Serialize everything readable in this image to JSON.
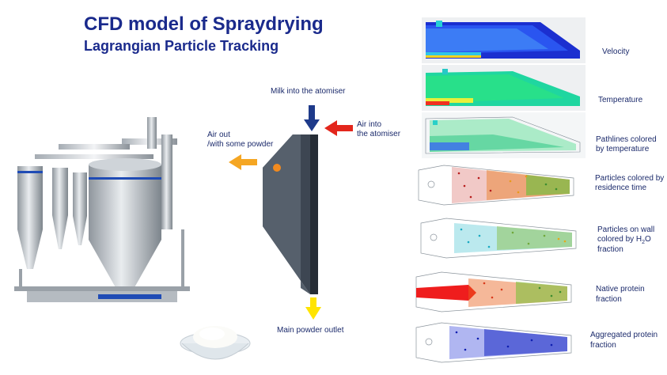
{
  "header": {
    "title": "CFD model of Spraydrying",
    "subtitle": "Lagrangian Particle Tracking"
  },
  "schematic": {
    "milk_in": "Milk into the atomiser",
    "air_in_line1": "Air into",
    "air_in_line2": "the atomiser",
    "air_out_line1": "Air out",
    "air_out_line2": "/with some powder",
    "powder_outlet": "Main powder outlet"
  },
  "panels": [
    {
      "line1": "Velocity",
      "line2": ""
    },
    {
      "line1": "Temperature",
      "line2": ""
    },
    {
      "line1": "Pathlines colored",
      "line2": "by temperature"
    },
    {
      "line1": "Particles colored by",
      "line2": "residence time"
    },
    {
      "line1": "Particles on wall",
      "line2_pre": "colored by H",
      "line2_sub": "2",
      "line2_post": "O",
      "line3": "fraction"
    },
    {
      "line1": "Native protein",
      "line2": "fraction"
    },
    {
      "line1": "Aggregated protein",
      "line2": "fraction"
    }
  ],
  "colors": {
    "title": "#1a2a8c",
    "arrow_milk": "#1e3a8a",
    "arrow_air_in": "#e3261c",
    "arrow_air_out": "#f5a623",
    "arrow_powder": "#ffe400",
    "chamber": "#3d4652"
  }
}
